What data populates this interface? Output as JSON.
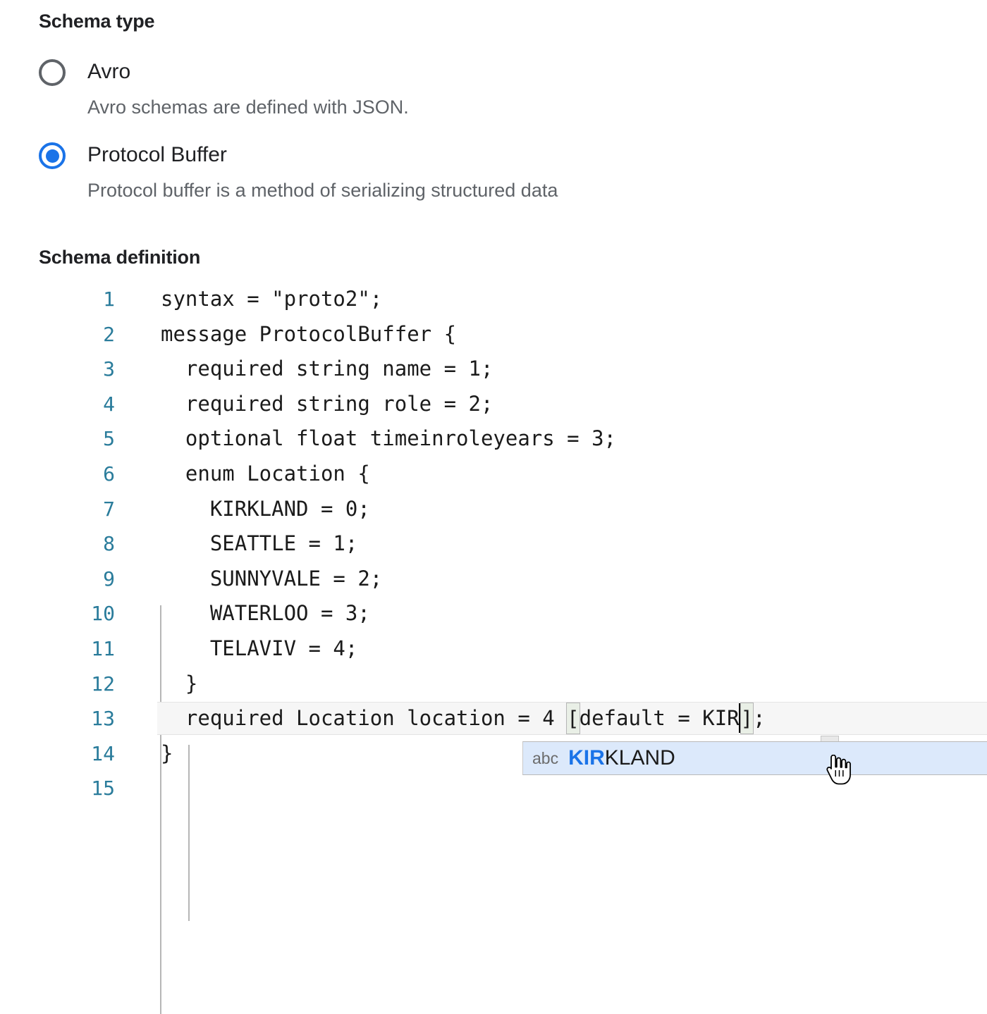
{
  "schema_type": {
    "heading": "Schema type",
    "options": [
      {
        "label": "Avro",
        "description": "Avro schemas are defined with JSON.",
        "selected": false
      },
      {
        "label": "Protocol Buffer",
        "description": "Protocol buffer is a method of serializing structured data",
        "selected": true
      }
    ]
  },
  "schema_definition": {
    "heading": "Schema definition",
    "line_numbers": [
      "1",
      "2",
      "3",
      "4",
      "5",
      "6",
      "7",
      "8",
      "9",
      "10",
      "11",
      "12",
      "13",
      "14",
      "15"
    ],
    "lines": [
      "syntax = \"proto2\";",
      "message ProtocolBuffer {",
      "  required string name = 1;",
      "  required string role = 2;",
      "  optional float timeinroleyears = 3;",
      "  enum Location {",
      "    KIRKLAND = 0;",
      "    SEATTLE = 1;",
      "    SUNNYVALE = 2;",
      "    WATERLOO = 3;",
      "    TELAVIV = 4;",
      "  }",
      "  required Location location = 4 [default = KIR];",
      "}",
      ""
    ],
    "active_line": "13",
    "line13": {
      "prefix": "  required Location location = 4 ",
      "open_bracket": "[",
      "inner": "default = KIR",
      "close_bracket": "]",
      "suffix": ";"
    }
  },
  "autocomplete": {
    "kind": "abc",
    "matched": "KIR",
    "remainder": "KLAND",
    "full_label": "KIRKLAND"
  },
  "colors": {
    "accent": "#1a73e8",
    "line_number": "#2a7c9b",
    "muted_text": "#5f6368",
    "popup_bg": "#dce9fb",
    "active_line_bg": "#f6f6f6"
  },
  "icons": {
    "mouse": "hand-pointer-cursor",
    "autocomplete_kind": "abc-text-icon"
  }
}
